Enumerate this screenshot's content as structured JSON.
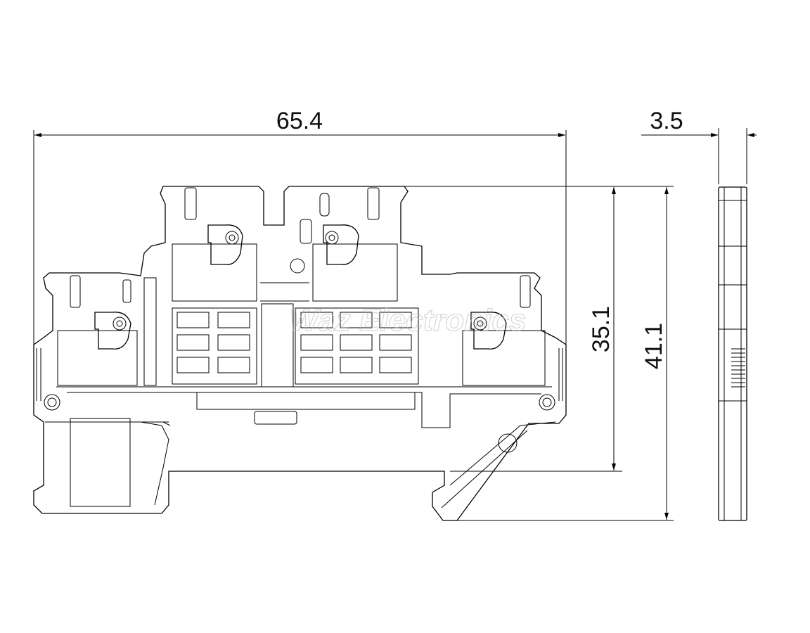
{
  "dimensions": {
    "width_overall": "65.4",
    "thickness": "3.5",
    "height_rail": "35.1",
    "height_overall": "41.1"
  },
  "watermark": "Waz Electronics",
  "colors": {
    "stroke": "#000000",
    "background": "#ffffff",
    "watermark": "#bbbbbb"
  }
}
